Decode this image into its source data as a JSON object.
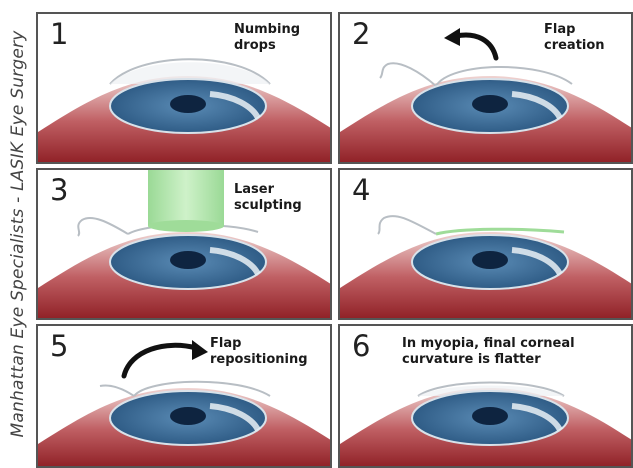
{
  "side_caption": "Manhattan Eye Specialists - LASIK Eye Surgery",
  "panels": [
    {
      "number": "1",
      "label": "Numbing\ndrops"
    },
    {
      "number": "2",
      "label": "Flap\ncreation"
    },
    {
      "number": "3",
      "label": "Laser\nsculpting"
    },
    {
      "number": "4",
      "label": ""
    },
    {
      "number": "5",
      "label": "Flap\nrepositioning"
    },
    {
      "number": "6",
      "label": "In myopia, final corneal\ncurvature is flatter"
    }
  ],
  "colors": {
    "skin_dark": "#8c1c22",
    "skin_light": "#e9c2bf",
    "iris": "#3d6f9a",
    "iris_light": "#7ea9c9",
    "pupil": "#0e2440",
    "cornea_line": "#aab0b6",
    "laser": "#a6e0a0",
    "arrow": "#111111"
  }
}
